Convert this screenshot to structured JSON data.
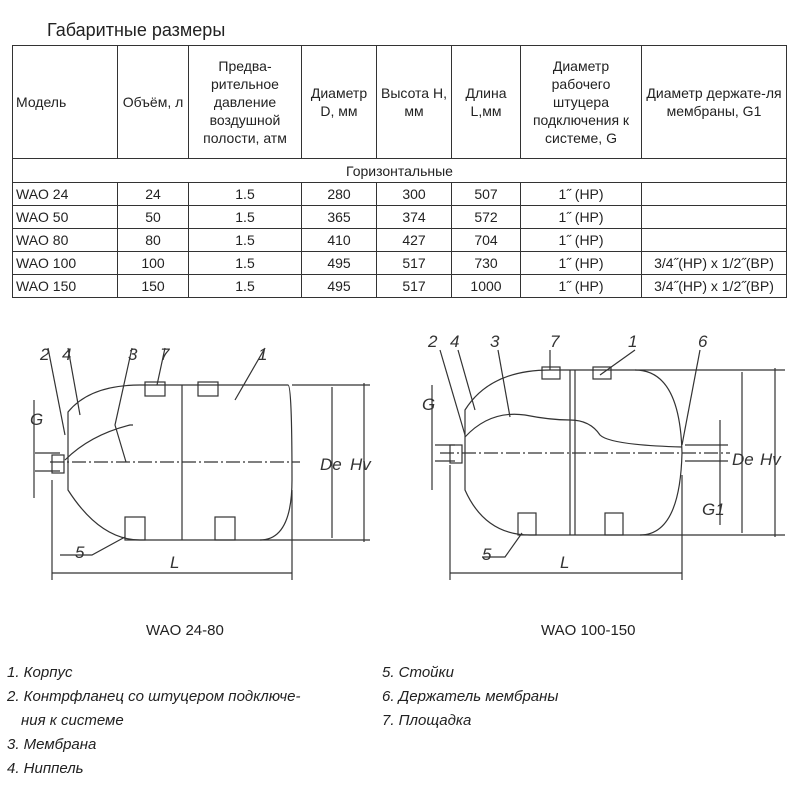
{
  "title": "Габаритные размеры",
  "table": {
    "headers": [
      "Модель",
      "Объём, л",
      "Предва-рительное давление воздушной полости, атм",
      "Диаметр D, мм",
      "Высота H, мм",
      "Длина L,мм",
      "Диаметр рабочего штуцера подключения к системе, G",
      "Диаметр держате-ля мембраны, G1"
    ],
    "section": "Горизонтальные",
    "rows": [
      [
        "WAO 24",
        "24",
        "1.5",
        "280",
        "300",
        "507",
        "1˝ (НР)",
        ""
      ],
      [
        "WAO 50",
        "50",
        "1.5",
        "365",
        "374",
        "572",
        "1˝ (НР)",
        ""
      ],
      [
        "WAO 80",
        "80",
        "1.5",
        "410",
        "427",
        "704",
        "1˝ (НР)",
        ""
      ],
      [
        "WAO 100",
        "100",
        "1.5",
        "495",
        "517",
        "730",
        "1˝ (НР)",
        "3/4˝(НР) x 1/2˝(ВР)"
      ],
      [
        "WAO 150",
        "150",
        "1.5",
        "495",
        "517",
        "1000",
        "1˝ (НР)",
        "3/4˝(НР) x 1/2˝(ВР)"
      ]
    ]
  },
  "drawings": {
    "left": {
      "caption": "WAO 24-80",
      "labels": {
        "n1": "1",
        "n2": "2",
        "n3": "3",
        "n4": "4",
        "n5": "5",
        "n7": "7",
        "G": "G",
        "De": "De",
        "Hv": "Hv",
        "L": "L"
      }
    },
    "right": {
      "caption": "WAO 100-150",
      "labels": {
        "n1": "1",
        "n2": "2",
        "n3": "3",
        "n4": "4",
        "n5": "5",
        "n6": "6",
        "n7": "7",
        "G": "G",
        "G1": "G1",
        "De": "De",
        "Hv": "Hv",
        "L": "L"
      }
    }
  },
  "legend": {
    "left": [
      "1. Корпус",
      "2. Контрфланец со штуцером подключе-",
      "ния к системе",
      "3. Мембрана",
      "4. Ниппель"
    ],
    "right": [
      "5. Стойки",
      "6. Держатель мембраны",
      "7. Площадка"
    ]
  }
}
